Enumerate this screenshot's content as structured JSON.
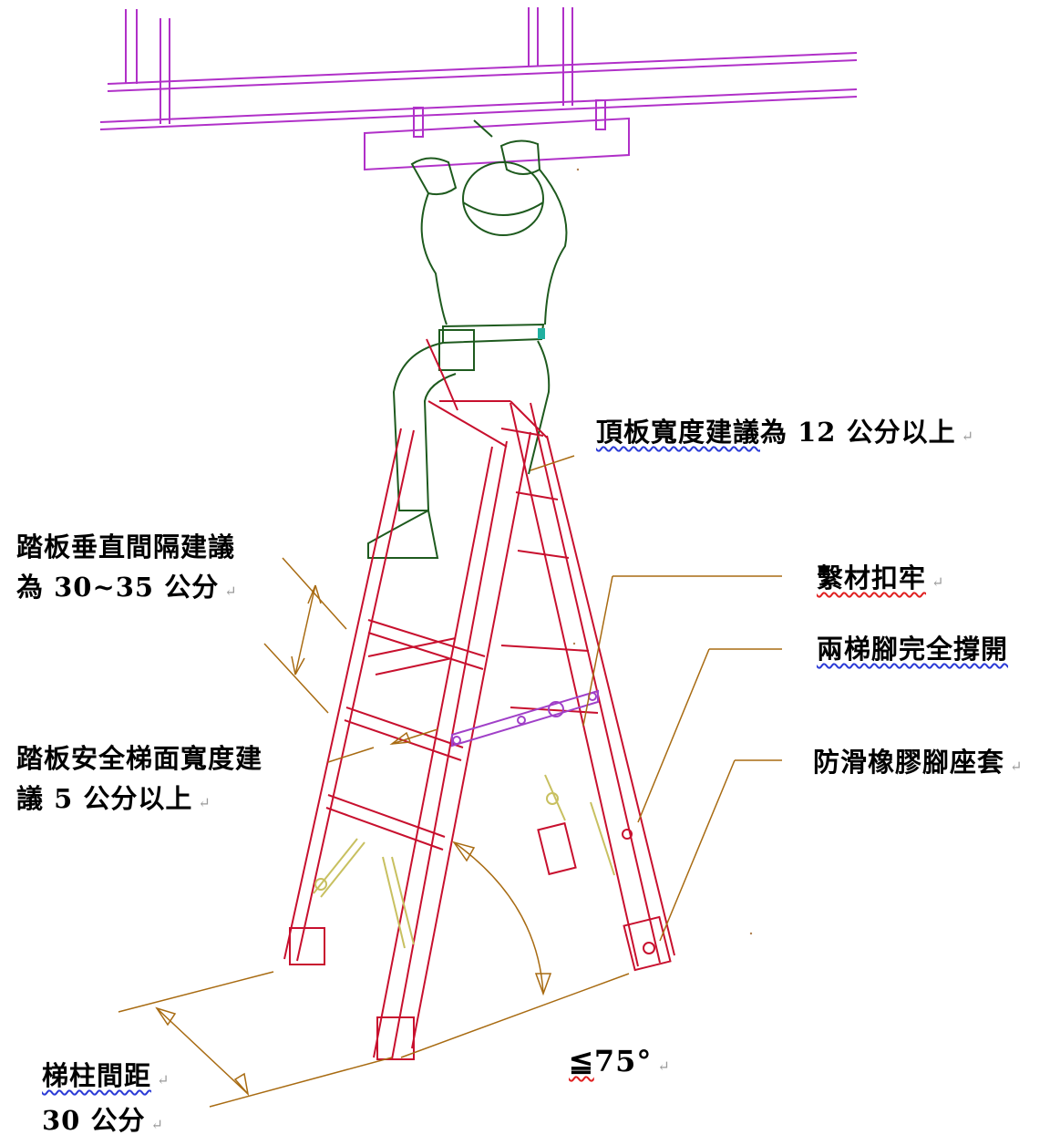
{
  "colors": {
    "pipe": "#b030c8",
    "ladder": "#c8102e",
    "worker": "#1e5a1e",
    "annotation": "#a86b12",
    "brace": "#d8d27a",
    "spreader": "#a040c8",
    "text": "#000000"
  },
  "labels": {
    "top_board": {
      "main": "頂板寬度建議為 12 公分以上",
      "underlined": "頂板寬度建議"
    },
    "step_spacing": {
      "line1": "踏板垂直間隔建議",
      "line2": "為 30~35 公分"
    },
    "tie_secure": {
      "text": "繫材扣牢"
    },
    "legs_open": {
      "text": "兩梯腳完全撐開"
    },
    "step_width": {
      "line1": "踏板安全梯面寬度建",
      "line2": "議 5 公分以上"
    },
    "anti_slip": {
      "text": "防滑橡膠腳座套"
    },
    "angle": {
      "symbol": "≦",
      "value": "75°"
    },
    "leg_spacing": {
      "line1": "梯柱間距",
      "line2": "30 公分"
    },
    "paragraph_mark": "↵"
  }
}
